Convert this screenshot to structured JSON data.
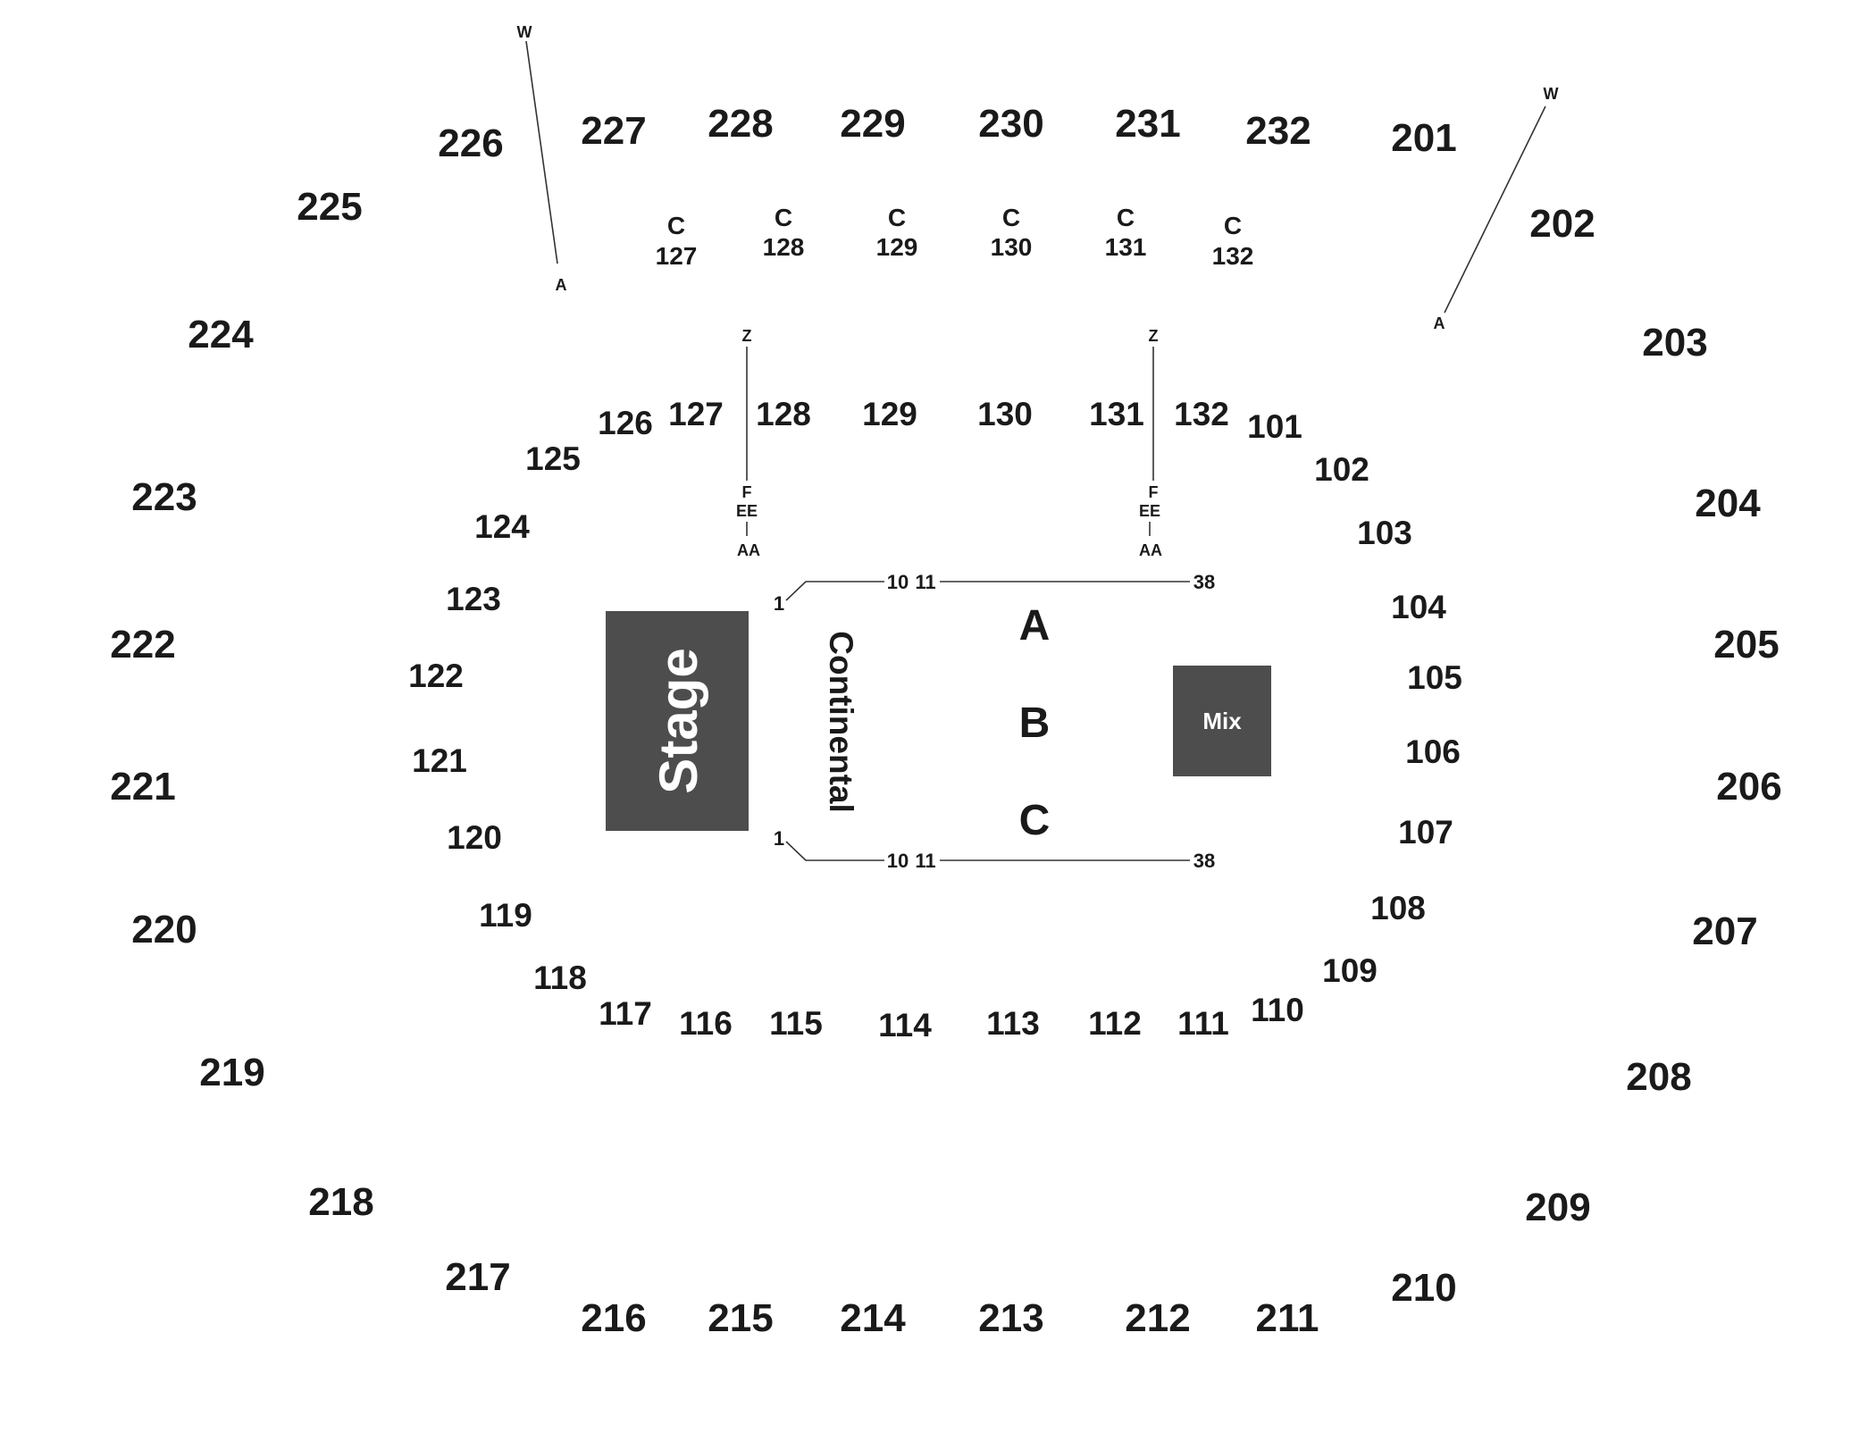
{
  "upper_sections": [
    "226",
    "227",
    "228",
    "229",
    "230",
    "231",
    "232",
    "201",
    "225",
    "202",
    "224",
    "203",
    "223",
    "204",
    "222",
    "205",
    "221",
    "206",
    "220",
    "207",
    "219",
    "208",
    "218",
    "209",
    "217",
    "210",
    "216",
    "215",
    "214",
    "213",
    "212",
    "211"
  ],
  "club_sections": [
    {
      "row": "C",
      "section": "127"
    },
    {
      "row": "C",
      "section": "128"
    },
    {
      "row": "C",
      "section": "129"
    },
    {
      "row": "C",
      "section": "130"
    },
    {
      "row": "C",
      "section": "131"
    },
    {
      "row": "C",
      "section": "132"
    }
  ],
  "lower_sections": [
    "126",
    "127",
    "128",
    "129",
    "130",
    "131",
    "132",
    "101",
    "125",
    "102",
    "124",
    "103",
    "123",
    "104",
    "122",
    "105",
    "121",
    "106",
    "120",
    "107",
    "119",
    "108",
    "118",
    "109",
    "117",
    "110",
    "116",
    "115",
    "114",
    "113",
    "112",
    "111"
  ],
  "row_markers": {
    "upper_left": {
      "top": "W",
      "bottom": "A"
    },
    "upper_right": {
      "top": "W",
      "bottom": "A"
    },
    "lower_left": {
      "top": "Z",
      "mid1": "F",
      "mid2": "EE",
      "bottom": "AA"
    },
    "lower_right": {
      "top": "Z",
      "mid1": "F",
      "mid2": "EE",
      "bottom": "AA"
    }
  },
  "floor": {
    "stage": "Stage",
    "continental": "Continental",
    "sections": [
      "A",
      "B",
      "C"
    ],
    "mix": "Mix",
    "seat_labels": {
      "first": "1",
      "mid_a": "10",
      "mid_b": "11",
      "last": "38"
    }
  },
  "colors": {
    "block": "#4d4d4d",
    "text": "#1a1a1a",
    "line": "#333333"
  }
}
